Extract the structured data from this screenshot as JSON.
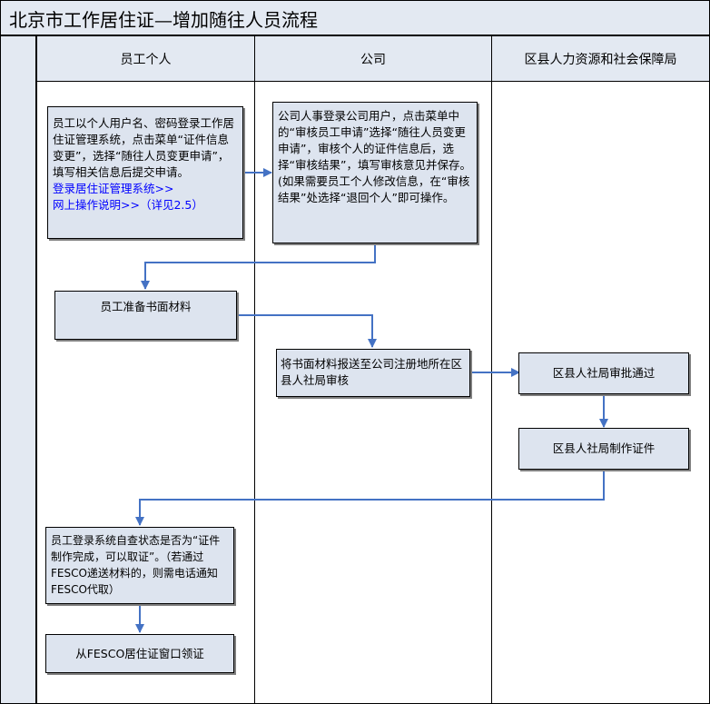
{
  "title": "北京市工作居住证—增加随往人员流程",
  "lanes": [
    "员工个人",
    "公司",
    "区县人力资源和社会保障局"
  ],
  "boxes": {
    "employee_login": {
      "text": "员工以个人用户名、密码登录工作居住证管理系统，点击菜单“证件信息变更”，选择“随往人员变更申请”，填写相关信息后提交申请。",
      "link1": "登录居住证管理系统>>",
      "link2": "网上操作说明>>（详见2.5）"
    },
    "company_review": {
      "text": "公司人事登录公司用户，点击菜单中的“审核员工申请”选择“随往人员变更申请”，审核个人的证件信息后，选择“审核结果”，填写审核意见并保存。",
      "note": "(如果需要员工个人修改信息，在“审核结果”处选择“退回个人”即可操作。"
    },
    "prepare_docs": "员工准备书面材料",
    "submit_docs": "将书面材料报送至公司注册地所在区县人社局审核",
    "bureau_approve": "区县人社局审批通过",
    "bureau_make_cert": "区县人社局制作证件",
    "employee_check": "员工登录系统自查状态是否为“证件制作完成，可以取证”。（若通过FESCO递送材料的，则需电话通知FESCO代取）",
    "collect_cert": "从FESCO居住证窗口领证"
  },
  "colors": {
    "header_fill": "#e3e9f2",
    "box_fill": "#dde4ef",
    "arrow": "#4472c4"
  }
}
